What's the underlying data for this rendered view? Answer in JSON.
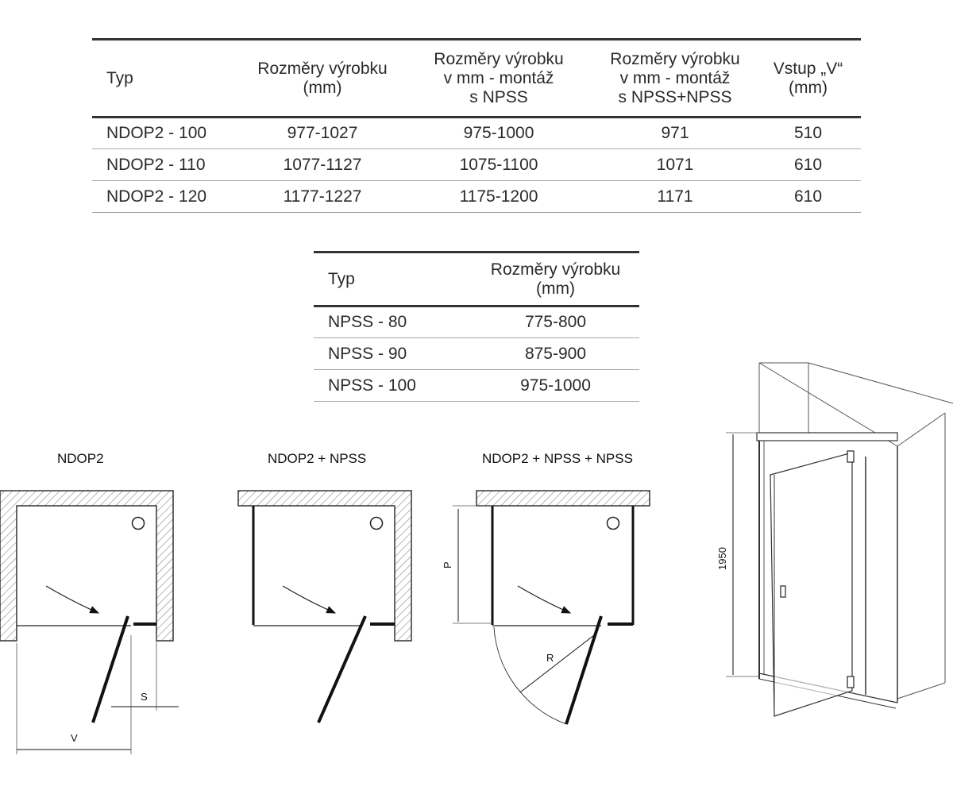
{
  "table1": {
    "headers": [
      "Typ",
      "Rozměry výrobku\n(mm)",
      "Rozměry výrobku\nv mm - montáž\ns NPSS",
      "Rozměry výrobku\nv mm - montáž\ns NPSS+NPSS",
      "Vstup „V“\n(mm)"
    ],
    "rows": [
      [
        "NDOP2 - 100",
        "977-1027",
        "975-1000",
        "971",
        "510"
      ],
      [
        "NDOP2 - 110",
        "1077-1127",
        "1075-1100",
        "1071",
        "610"
      ],
      [
        "NDOP2 - 120",
        "1177-1227",
        "1175-1200",
        "1171",
        "610"
      ]
    ]
  },
  "table2": {
    "headers": [
      "Typ",
      "Rozměry výrobku\n(mm)"
    ],
    "rows": [
      [
        "NPSS - 80",
        "775-800"
      ],
      [
        "NPSS - 90",
        "875-900"
      ],
      [
        "NPSS - 100",
        "975-1000"
      ]
    ]
  },
  "diagrams": {
    "plan1_label": "NDOP2",
    "plan2_label": "NDOP2 + NPSS",
    "plan3_label": "NDOP2 + NPSS + NPSS",
    "dim_s": "S",
    "dim_v": "V",
    "dim_p": "P",
    "dim_r": "R",
    "height_label": "1950"
  }
}
